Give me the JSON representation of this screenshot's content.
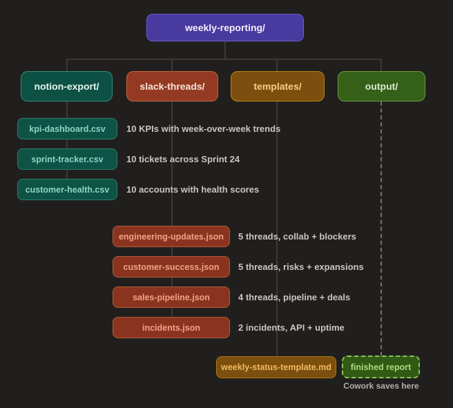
{
  "colors": {
    "canvas-bg": "#201f1e",
    "line": "#3b3a38",
    "line-dashed": "#75726c",
    "desc-text": "#c9c6c0",
    "caption-text": "#b3b0a9",
    "purple-bg": "#483a9e",
    "purple-border": "#6d5fce",
    "purple-text": "#f2f0fb",
    "teal-bg": "#0d5044",
    "teal-border": "#34907a",
    "teal-folder-text": "#e6f4ef",
    "teal-file-bg": "#0f5246",
    "teal-file-border": "#2a8169",
    "teal-file-text": "#8bd6c1",
    "red-bg": "#943a22",
    "red-border": "#c2663e",
    "red-folder-text": "#f7e4da",
    "red-file-bg": "#8a3420",
    "red-file-border": "#b05c38",
    "red-file-text": "#f0a285",
    "amber-bg": "#7d4f0e",
    "amber-border": "#bb8614",
    "amber-folder-text": "#f6cd84",
    "amber-file-bg": "#7d4f0e",
    "amber-file-border": "#aa7a12",
    "amber-file-text": "#eeb95f",
    "green-bg": "#356018",
    "green-border": "#6f9c3f",
    "green-folder-text": "#dcead2",
    "green-dash-bg": "#315a14",
    "green-dash-border": "#8fc45f",
    "green-dash-text": "#aed77f"
  },
  "root": {
    "label": "weekly-reporting/"
  },
  "folders": [
    {
      "label": "notion-export/"
    },
    {
      "label": "slack-threads/"
    },
    {
      "label": "templates/"
    },
    {
      "label": "output/"
    }
  ],
  "notion_files": [
    {
      "label": "kpi-dashboard.csv",
      "desc": "10 KPIs with week-over-week trends"
    },
    {
      "label": "sprint-tracker.csv",
      "desc": "10 tickets across Sprint 24"
    },
    {
      "label": "customer-health.csv",
      "desc": "10 accounts with health scores"
    }
  ],
  "slack_files": [
    {
      "label": "engineering-updates.json",
      "desc": "5 threads, collab + blockers"
    },
    {
      "label": "customer-success.json",
      "desc": "5 threads, risks + expansions"
    },
    {
      "label": "sales-pipeline.json",
      "desc": "4 threads, pipeline + deals"
    },
    {
      "label": "incidents.json",
      "desc": "2 incidents, API + uptime"
    }
  ],
  "template_file": {
    "label": "weekly-status-template.md"
  },
  "output_node": {
    "label": "finished report",
    "caption": "Cowork saves here"
  }
}
